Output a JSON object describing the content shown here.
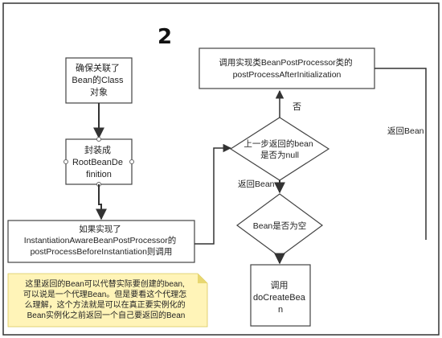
{
  "step_number": "2",
  "box_ensure_class": [
    "确保关联了",
    "Bean的Class",
    "对象"
  ],
  "box_root_bean_def": [
    "封装成",
    "RootBeanDe",
    "finition"
  ],
  "box_before_instantiation": [
    "如果实现了",
    "InstantiationAwareBeanPostProcessor的",
    "postProcessBeforeInstantiation则调用"
  ],
  "box_after_initialization": [
    "调用实现类BeanPostProcessor类的",
    "postProcessAfterInitialization"
  ],
  "diamond_null_check": [
    "上一步返回的bean",
    "是否为null"
  ],
  "diamond_bean_empty": [
    "Bean是否为空"
  ],
  "box_do_create_bean": [
    "调用",
    "doCreateBea",
    "n"
  ],
  "label_no": "否",
  "label_return_bean_down": "返回Bean",
  "label_return_bean_right": "返回Bean",
  "note_lines": [
    "这里返回的Bean可以代替实际要创建的bean,",
    "可以说是一个代理Bean。但是要看这个代理怎",
    "么理解，这个方法就是可以在真正要实例化的",
    "Bean实例化之前返回一个自己要返回的Bean"
  ],
  "colors": {
    "border": "#444444",
    "arrow": "#333333",
    "note_fill": "#fff4b8",
    "note_fold": "#e8d770"
  }
}
